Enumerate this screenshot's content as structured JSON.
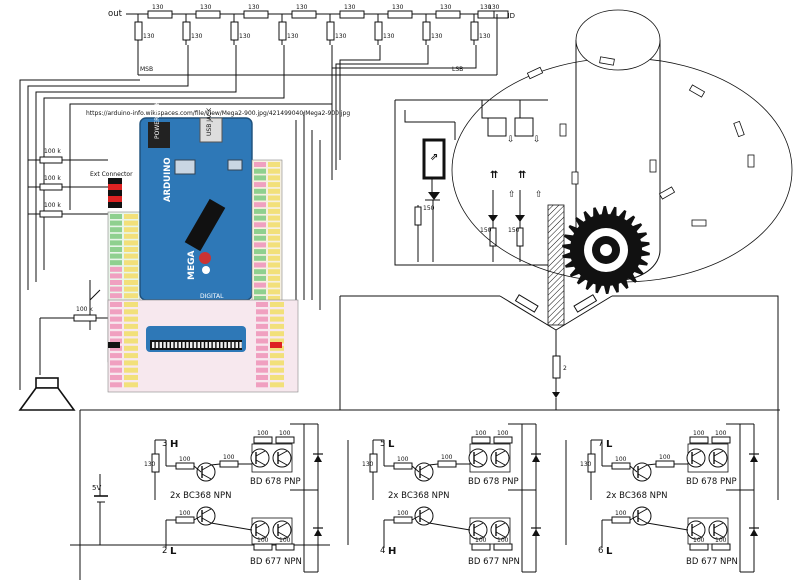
{
  "top_ladder": {
    "out_label": "out",
    "gnd_label": "GND",
    "msb_label": "MSB",
    "lsb_label": "LSB",
    "resistor_value": "130"
  },
  "url_text": "https://arduino-info.wikispaces.com/file/view/Mega2-900.jpg/421499040/Mega2-900.jpg",
  "left_resistors": [
    "100 k",
    "100 k",
    "100 k"
  ],
  "speaker_resistor": "100 k",
  "connector_label": "Ext Connector",
  "board": {
    "power_jack": "POWER JACK",
    "usb_jack": "USB JACK",
    "brand": "ARDUINO",
    "model": "MEGA",
    "digital": "DIGITAL",
    "brand_color": "#2e78b7"
  },
  "sensor_resistors": [
    "150",
    "150",
    "150"
  ],
  "wye_resistor": "2",
  "bridge": {
    "supply": "5V",
    "drive_resistor": "130",
    "base_resistor": "100",
    "driver_label": "2x BC368 NPN",
    "pnp_label": "BD 678 PNP",
    "npn_label": "BD 677 NPN",
    "phases": [
      {
        "top": "3",
        "top_level": "H",
        "bottom": "2",
        "bottom_level": "L"
      },
      {
        "top": "5",
        "top_level": "L",
        "bottom": "4",
        "bottom_level": "H"
      },
      {
        "top": "7",
        "top_level": "L",
        "bottom": "6",
        "bottom_level": "L"
      }
    ]
  }
}
